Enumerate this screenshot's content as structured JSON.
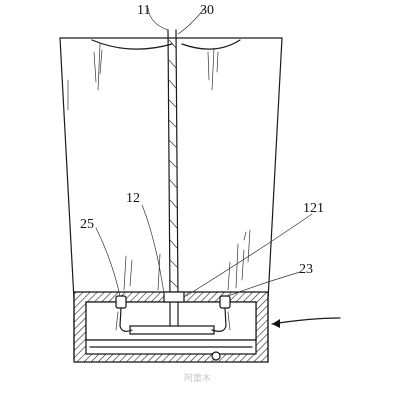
{
  "labels": {
    "l11": "11",
    "l30": "30",
    "l12": "12",
    "l121": "121",
    "l25": "25",
    "l23": "23"
  },
  "watermark": "阿童木"
}
